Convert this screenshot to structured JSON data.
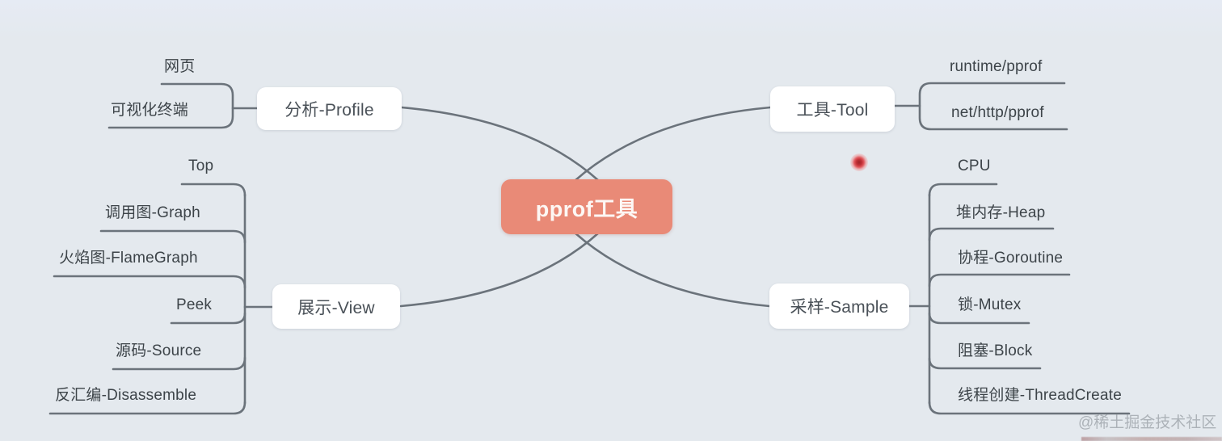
{
  "colors": {
    "background": "#e4e9ee",
    "line": "#6b737b",
    "node_text": "#3d4449",
    "box_text": "#4a5158",
    "center_bg": "#e98a77",
    "center_text": "#fdf7f4",
    "laser_dot": "#c03036",
    "watermark_text_color": "#9aa0a6"
  },
  "center": {
    "label": "pprof工具"
  },
  "branches": {
    "profile": {
      "label": "分析-Profile",
      "children": [
        "网页",
        "可视化终端"
      ]
    },
    "tool": {
      "label": "工具-Tool",
      "children": [
        "runtime/pprof",
        "net/http/pprof"
      ]
    },
    "view": {
      "label": "展示-View",
      "children": [
        "Top",
        "调用图-Graph",
        "火焰图-FlameGraph",
        "Peek",
        "源码-Source",
        "反汇编-Disassemble"
      ]
    },
    "sample": {
      "label": "采样-Sample",
      "children": [
        "CPU",
        "堆内存-Heap",
        "协程-Goroutine",
        "锁-Mutex",
        "阻塞-Block",
        "线程创建-ThreadCreate"
      ]
    }
  },
  "watermark": "@稀土掘金技术社区"
}
